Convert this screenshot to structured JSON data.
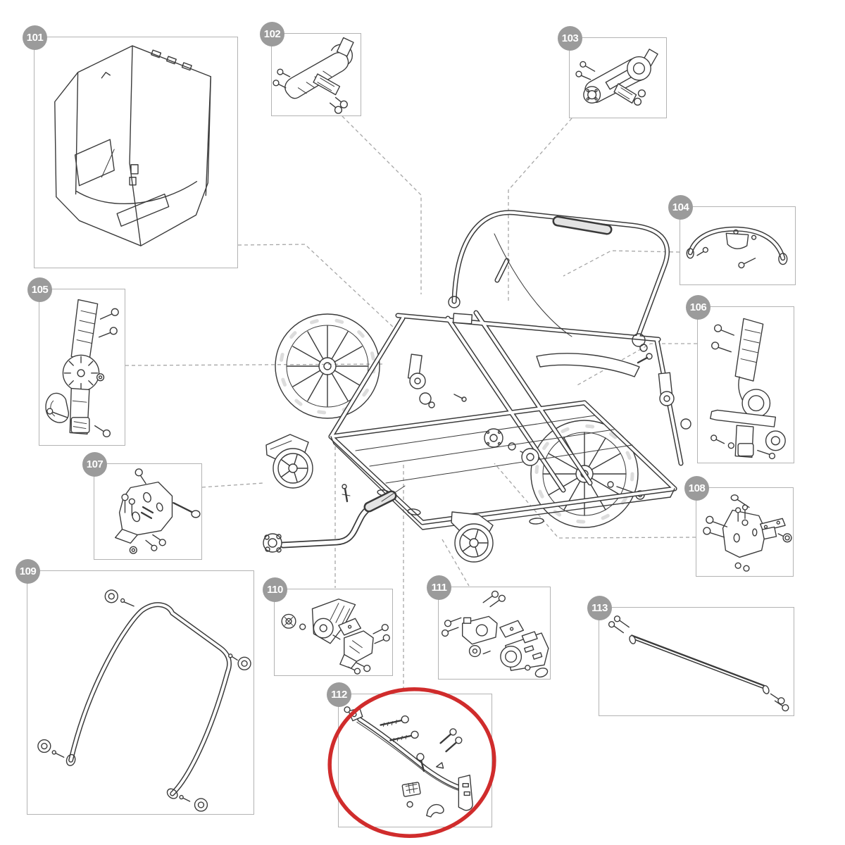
{
  "diagram": {
    "kind": "exploded-parts-diagram",
    "highlight": {
      "part_number": "112",
      "shape": "red-ellipse"
    },
    "colors": {
      "badge": "#9b9b9b",
      "badge_text": "#ffffff",
      "box_border": "#b3b3b3",
      "art_line": "#3a3a3a",
      "leader": "#a6a6a6",
      "highlight": "#d02c2c",
      "background": "#ffffff"
    },
    "center": {
      "depicts": "exploded trailer frame with two large spoked wheels, handlebar loop, two caster wheels and tow bar"
    },
    "parts": [
      {
        "number": "101",
        "depicts": "fabric body tub shell"
      },
      {
        "number": "102",
        "depicts": "folding latch lever with screws"
      },
      {
        "number": "103",
        "depicts": "pivot arm with round hub, screws and nuts"
      },
      {
        "number": "104",
        "depicts": "curved handlebar crossbar with fasteners"
      },
      {
        "number": "105",
        "depicts": "left recline ratchet lever assembly"
      },
      {
        "number": "106",
        "depicts": "right recline ratchet lever assembly"
      },
      {
        "number": "107",
        "depicts": "left axle mount bracket with bolts"
      },
      {
        "number": "108",
        "depicts": "right axle mount bracket with bolts"
      },
      {
        "number": "109",
        "depicts": "u-shaped frame bow with end plugs and screws"
      },
      {
        "number": "110",
        "depicts": "left caster wheel mount kit"
      },
      {
        "number": "111",
        "depicts": "right caster wheel mount kit"
      },
      {
        "number": "112",
        "depicts": "lower side rail with end cap, clip and screws"
      },
      {
        "number": "113",
        "depicts": "straight cross rail tube with screws"
      }
    ]
  }
}
